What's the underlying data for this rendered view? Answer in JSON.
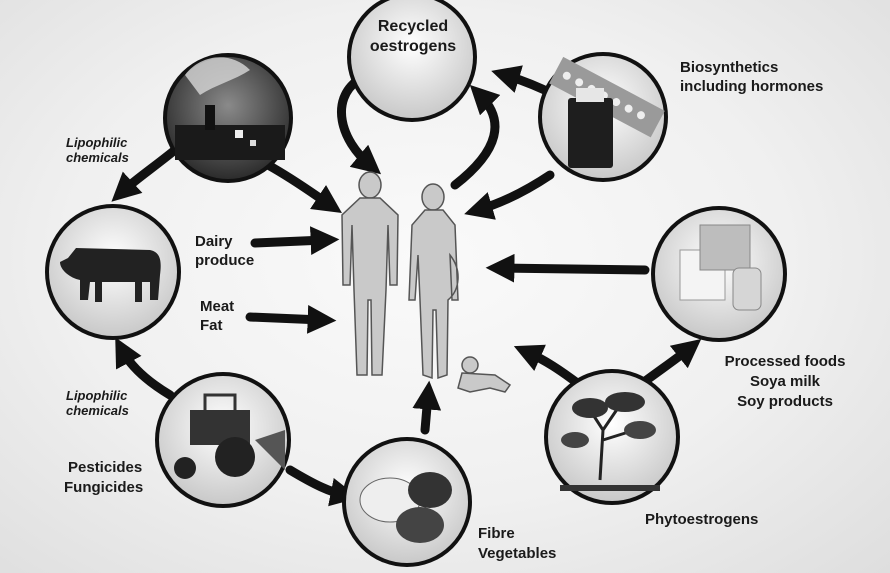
{
  "labels": {
    "recycled": "Recycled oestrogens",
    "biosynthetics": "Biosynthetics including hormones",
    "lipophilic_top": "Lipophilic chemicals",
    "lipophilic_bottom": "Lipophilic chemicals",
    "dairy": "Dairy produce",
    "meat": "Meat Fat",
    "processed": "Processed foods",
    "soya_milk": "Soya milk",
    "soy_products": "Soy products",
    "pesticides": "Pesticides",
    "fungicides": "Fungicides",
    "fibre": "Fibre",
    "vegetables": "Vegetables",
    "phyto": "Phytoestrogens"
  }
}
